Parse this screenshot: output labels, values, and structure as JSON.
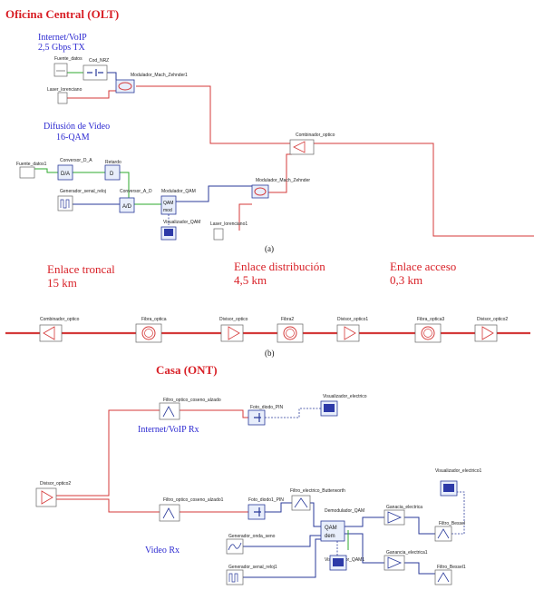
{
  "sections": {
    "olt_title": "Oficina Central (OLT)",
    "ont_title": "Casa (ONT)",
    "caption_a": "(a)",
    "caption_b": "(b)"
  },
  "annotations": {
    "internet_voip_line1": "Internet/VoIP",
    "internet_voip_line2": "2,5 Gbps TX",
    "video_line1": "Difusión de Video",
    "video_line2": "16-QAM",
    "internet_voip_rx": "Internet/VoIP Rx",
    "video_rx": "Video Rx"
  },
  "links": {
    "troncal_name": "Enlace troncal",
    "troncal_len": "15 km",
    "distribucion_name": "Enlace distribución",
    "distribucion_len": "4,5 km",
    "acceso_name": "Enlace acceso",
    "acceso_len": "0,3 km"
  },
  "olt_blocks": {
    "fuente_datos": "Fuente_datos",
    "cod_nrz": "Cod_NRZ",
    "modulador_mz1": "Modulador_Mach_Zehnder1",
    "laser_1": "Laser_lorenciano",
    "combinador": "Combinador_optico",
    "fuente_datos1": "Fuente_datos1",
    "conversor_da": "Conversor_D_A",
    "retardo": "Retardo",
    "gen_reloj": "Generador_senal_reloj",
    "conversor_ad": "Conversor_A_D",
    "modulador_qam": "Modulador_QAM",
    "modulador_mz": "Modulador_Mach_Zehnder",
    "visualizador_qam": "Visualizador_QAM",
    "laser_2": "Laser_lorenciano1",
    "glyph_da": "D/A",
    "glyph_ad": "A/D",
    "glyph_qam": "QAM",
    "glyph_mod": "mod",
    "glyph_d": "D"
  },
  "link_blocks": {
    "combinador": "Combinador_optico",
    "fibra": "Fibra_optica",
    "divisor": "Divisor_optico",
    "fibra2": "Fibra2",
    "divisor1": "Divisor_optico1",
    "fibra3": "Fibra_optica3",
    "divisor2": "Divisor_optico2"
  },
  "ont_blocks": {
    "filtro_coseno": "Filtro_optico_coseno_alzado",
    "foto_diodo": "Foto_diodo_PIN",
    "vis_electrico": "Visualizador_electrico",
    "divisor2": "Divisor_optico2",
    "filtro_coseno1": "Filtro_optico_coseno_alzado1",
    "foto_diodo1": "Foto_diodo1_PIN",
    "filtro_butter": "Filtro_electrico_Butterworth",
    "demodulador": "Demodulador_QAM",
    "gen_seno": "Generador_onda_seno",
    "gen_reloj1": "Generador_senal_reloj1",
    "vis_qam1": "Visualizador_QAM1",
    "ganancia": "Ganacia_electrica",
    "ganancia1": "Ganancia_electrica1",
    "filtro_bessel": "Filtro_Bessel",
    "filtro_bessel1": "Filtro_Bessel1",
    "vis_electrico1": "Visualizador_electrico1",
    "glyph_qam": "QAM",
    "glyph_dem": "dem"
  },
  "colors": {
    "title_red": "#d81f26",
    "annotation_blue": "#2d2ad1",
    "optical_wire": "#d43a3a",
    "electrical_wire": "#2a3a9a",
    "digital_wire": "#2ea82e"
  }
}
